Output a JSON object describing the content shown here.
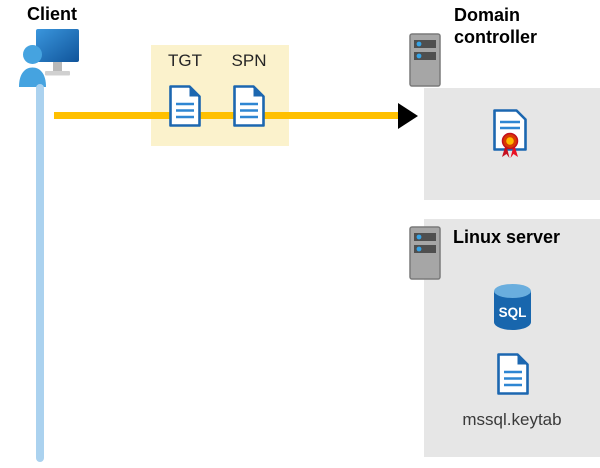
{
  "client": {
    "label": "Client"
  },
  "token_box": {
    "tgt": "TGT",
    "spn": "SPN"
  },
  "domain_controller": {
    "label": "Domain controller"
  },
  "linux_server": {
    "label": "Linux server",
    "sql_icon_label": "SQL",
    "keytab": "mssql.keytab"
  },
  "colors": {
    "arrow_yellow": "#FFC000",
    "arrowhead_black": "#000000",
    "token_box_bg": "#FBF2CC",
    "panel_gray": "#E6E6E6",
    "timeline_blue": "#ABD2EF",
    "doc_blue": "#1C67B0",
    "sql_body_blue": "#1866AD",
    "seal_red": "#D83B01",
    "seal_center_yellow": "#FFB900"
  }
}
